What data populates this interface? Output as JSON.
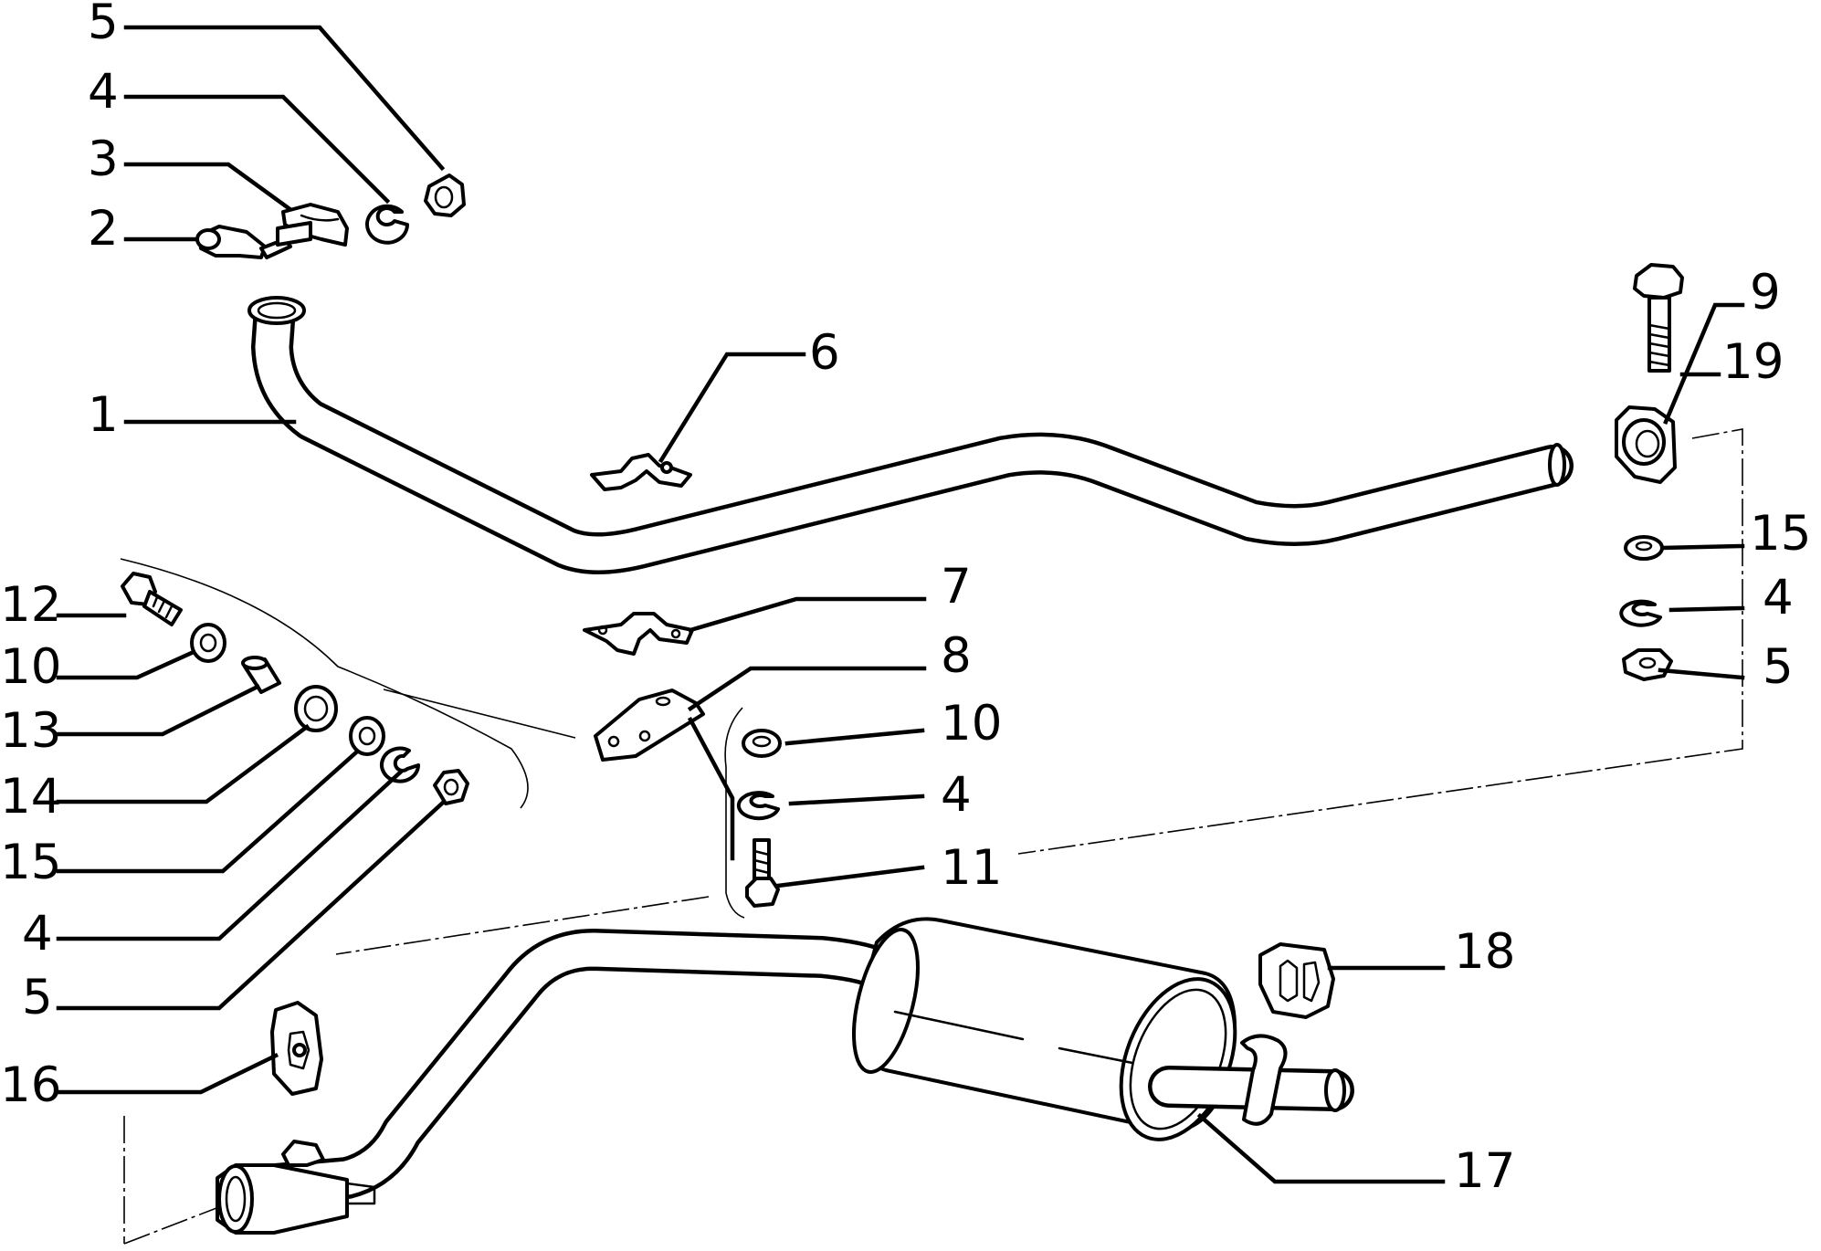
{
  "diagram": {
    "callouts": [
      {
        "id": "c1",
        "text": "1"
      },
      {
        "id": "c2",
        "text": "2"
      },
      {
        "id": "c3",
        "text": "3"
      },
      {
        "id": "c4a",
        "text": "4"
      },
      {
        "id": "c5a",
        "text": "5"
      },
      {
        "id": "c6",
        "text": "6"
      },
      {
        "id": "c7",
        "text": "7"
      },
      {
        "id": "c8",
        "text": "8"
      },
      {
        "id": "c9",
        "text": "9"
      },
      {
        "id": "c19",
        "text": "19"
      },
      {
        "id": "c15a",
        "text": "15"
      },
      {
        "id": "c4b",
        "text": "4"
      },
      {
        "id": "c5b",
        "text": "5"
      },
      {
        "id": "c10a",
        "text": "10"
      },
      {
        "id": "c4c",
        "text": "4"
      },
      {
        "id": "c11",
        "text": "11"
      },
      {
        "id": "c12",
        "text": "12"
      },
      {
        "id": "c10b",
        "text": "10"
      },
      {
        "id": "c13",
        "text": "13"
      },
      {
        "id": "c14",
        "text": "14"
      },
      {
        "id": "c15b",
        "text": "15"
      },
      {
        "id": "c4d",
        "text": "4"
      },
      {
        "id": "c5c",
        "text": "5"
      },
      {
        "id": "c16",
        "text": "16"
      },
      {
        "id": "c18",
        "text": "18"
      },
      {
        "id": "c17",
        "text": "17"
      }
    ]
  }
}
